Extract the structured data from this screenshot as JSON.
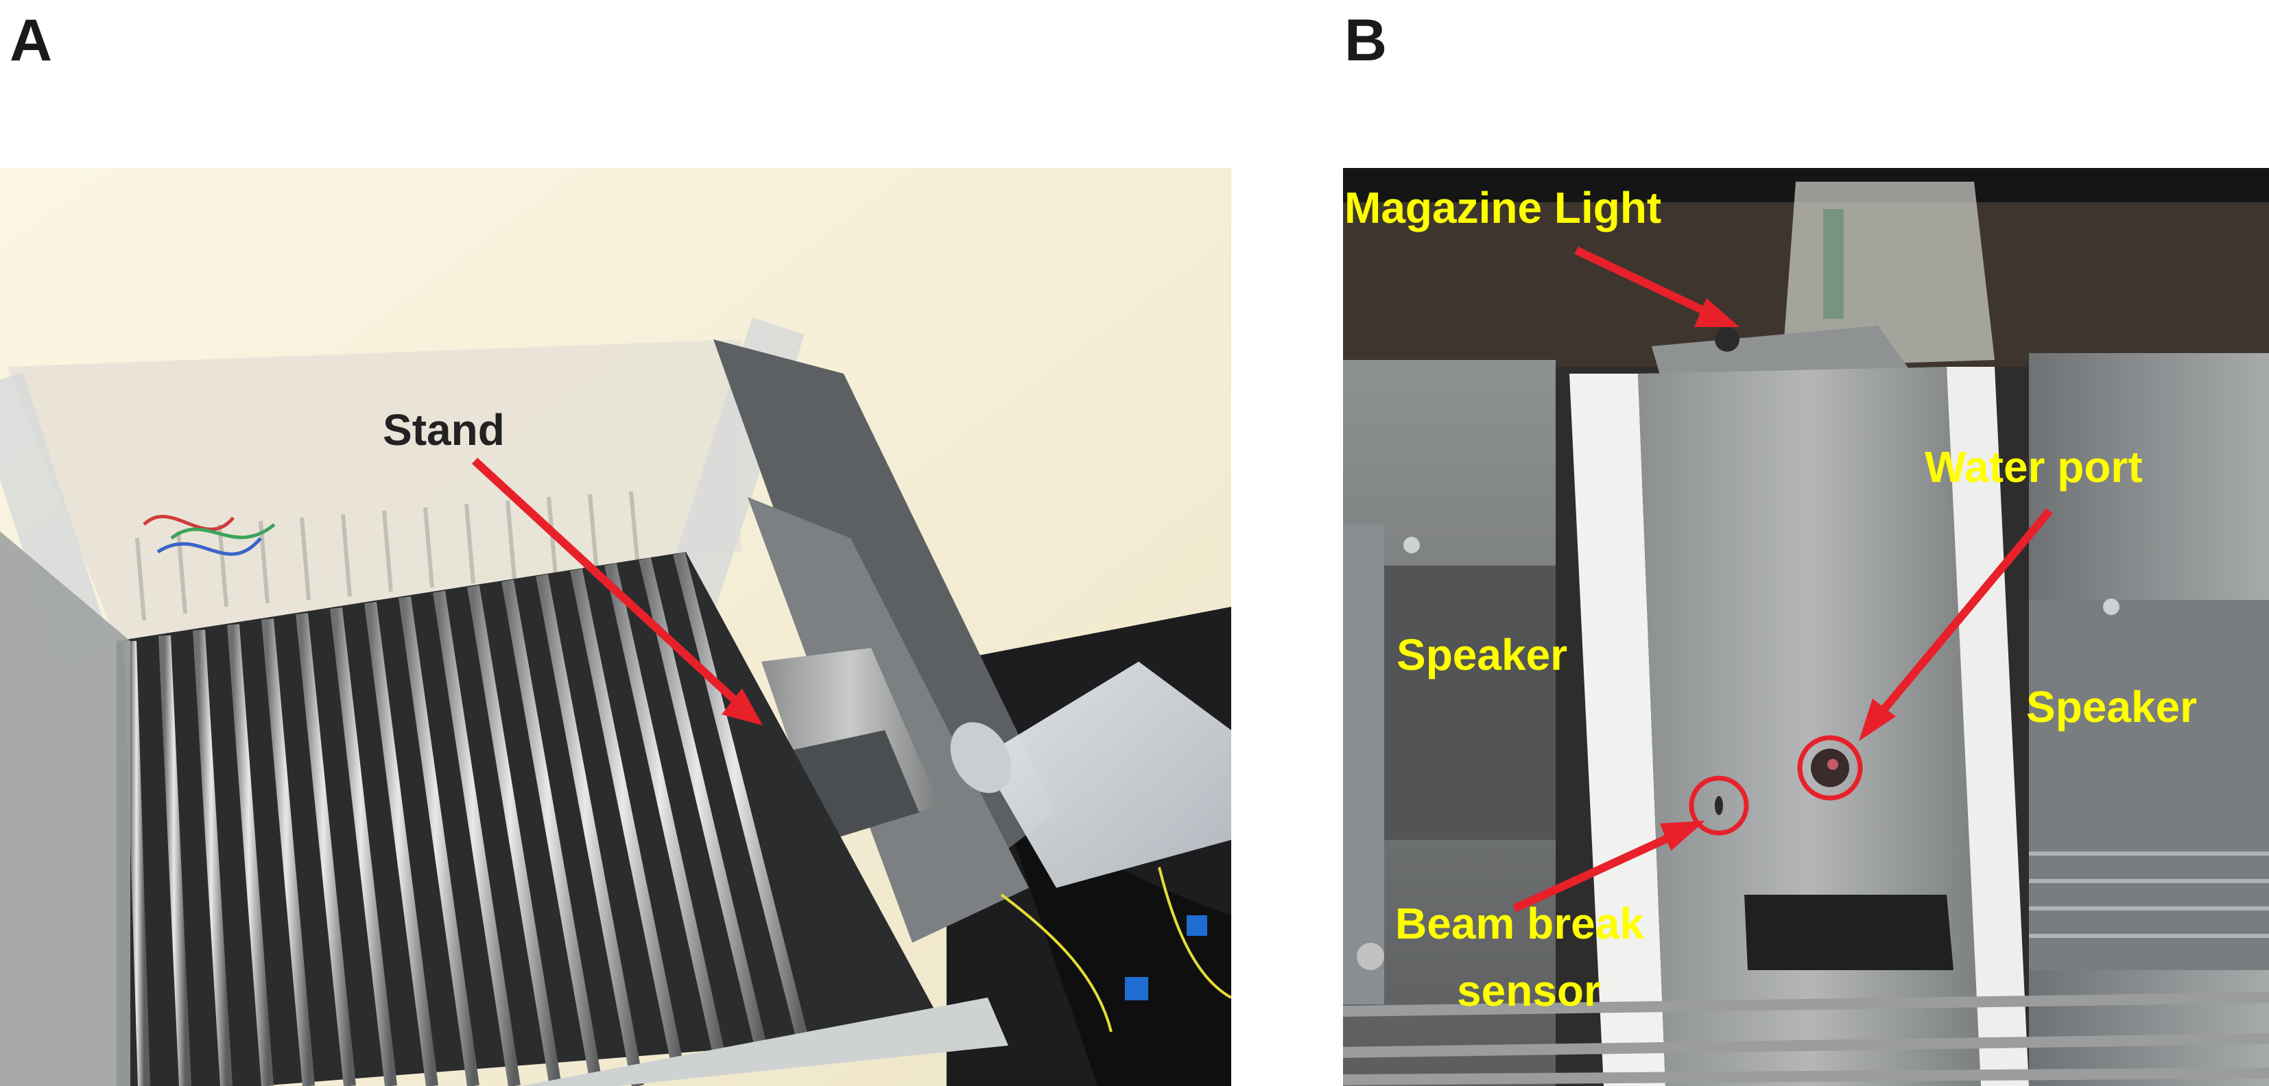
{
  "panels": [
    {
      "letter": "A",
      "labels": {
        "stand": "Stand"
      }
    },
    {
      "letter": "B",
      "labels": {
        "magazine_light": "Magazine Light",
        "water_port": "Water port",
        "speaker_left": "Speaker",
        "speaker_right": "Speaker",
        "beam_break_line1": "Beam break",
        "beam_break_line2": "sensor"
      }
    }
  ],
  "colors": {
    "arrow": "#e8202a",
    "label_dark": "#222222",
    "label_yellow": "#ffff00",
    "circle": "#e8202a"
  }
}
